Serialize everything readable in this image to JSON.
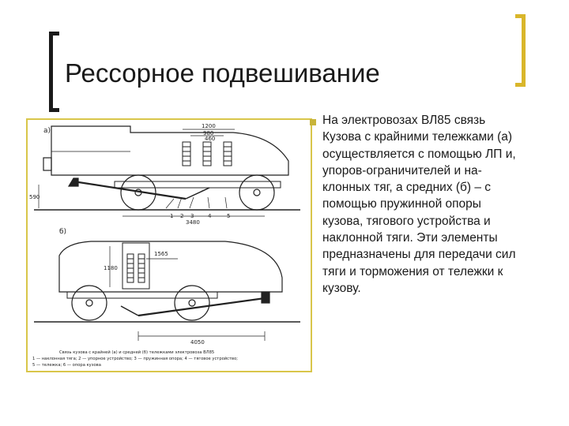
{
  "slide": {
    "title": "Рессорное подвешивание",
    "body": "На электровозах ВЛ85 связь Кузова с крайними тележками (а) осуществляется с помощью ЛП и, упоров-ограничителей и на-клонных тяг, а средних (б) – с помощью пружинной опоры кузова, тягового устройства и наклонной тяги. Эти элементы предназначены для передачи сил тяги и торможения от тележки к кузову."
  },
  "figure": {
    "label_a": "а)",
    "label_b": "б)",
    "dim_1200": "1200",
    "dim_980": "980",
    "dim_460": "460",
    "dim_590": "590",
    "dim_3480": "3480",
    "dim_1180": "1180",
    "dim_1565": "1565",
    "dim_4050": "4050",
    "part_numbers": [
      "1",
      "2",
      "3",
      "4",
      "5"
    ],
    "caption_line1": "Связь кузова с крайней (а) и средней (б) тележками электровоза ВЛ85",
    "caption_line2": "1 — наклонная тяга; 2 — упорное устройство; 3 — пружинная опора; 4 — тяговое устройство;",
    "caption_line3": "5 — тележка; 6 — опора кузова"
  },
  "colors": {
    "bracket_left": "#1a1a1a",
    "bracket_right": "#d9b62b",
    "frame": "#d9c64a",
    "bullet": "#c8b43a"
  }
}
